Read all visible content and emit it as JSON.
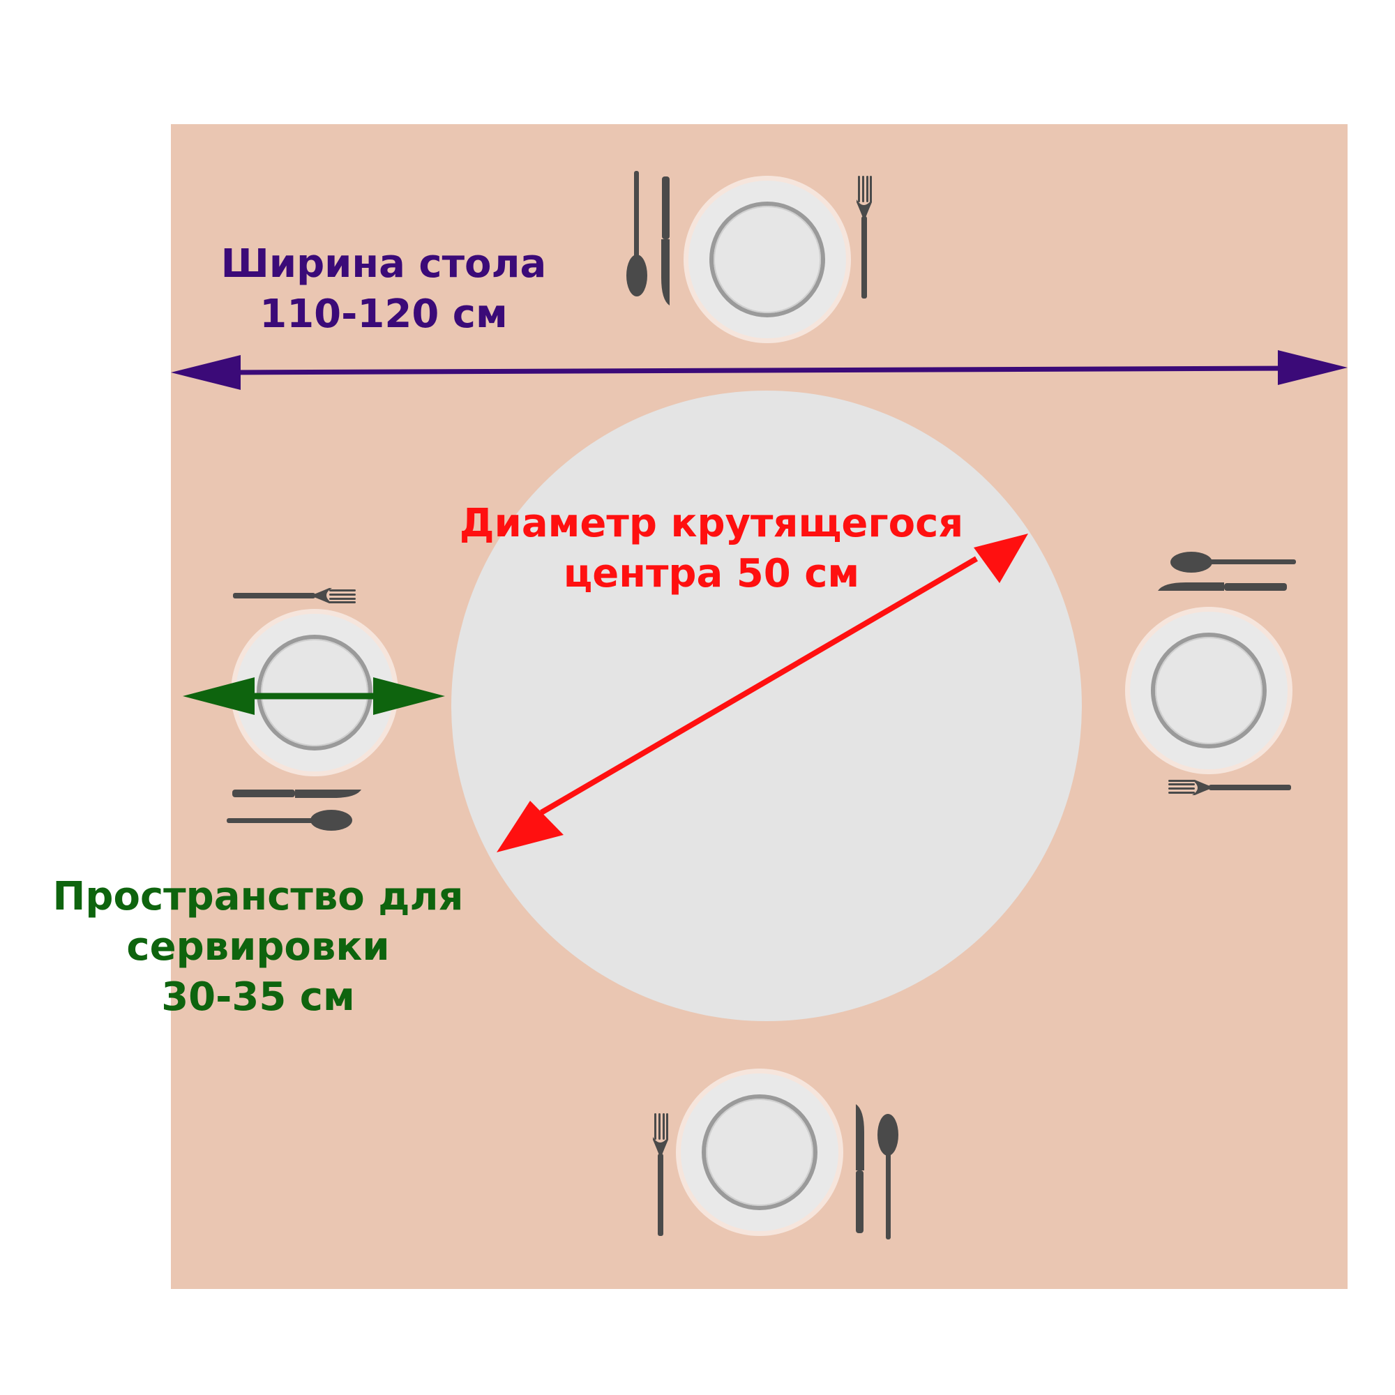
{
  "colors": {
    "page_background": "#ffffff",
    "table": "#eac6b2",
    "turntable": "#e4e4e4",
    "plate": "#e9e9e9",
    "plate_rim": "#9a9a9a",
    "cutlery": "#4a4a4a",
    "width_arrow": "#3b0a78",
    "diameter_arrow": "#ff1010",
    "serving_arrow": "#0e640e"
  },
  "labels": {
    "table_width": {
      "line1": "Ширина стола",
      "line2": "110-120 см",
      "color": "#3b0a78"
    },
    "turntable_diameter": {
      "line1": "Диаметр крутящегося",
      "line2": "центра 50 см",
      "color": "#ff1010"
    },
    "serving_space": {
      "line1": "Пространство для",
      "line2": "сервировки",
      "line3": "30-35 см",
      "color": "#0e640e"
    }
  },
  "icons": {
    "plate": "plate-icon",
    "fork": "fork-icon",
    "knife": "knife-icon",
    "spoon": "spoon-icon"
  }
}
